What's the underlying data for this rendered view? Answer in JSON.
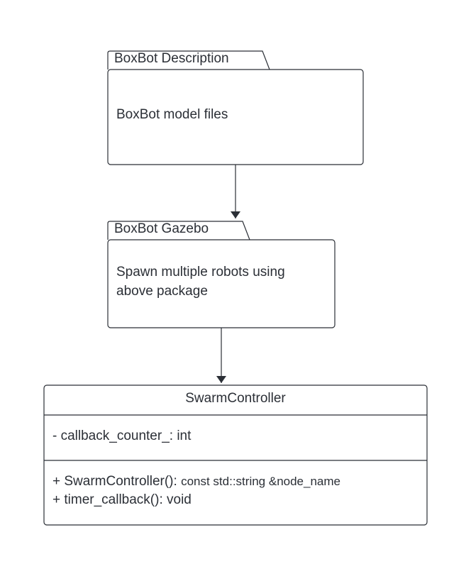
{
  "packages": [
    {
      "name": "BoxBot Description",
      "body": "BoxBot model files"
    },
    {
      "name": "BoxBot Gazebo",
      "body_lines": [
        "Spawn multiple robots using",
        "above package"
      ]
    }
  ],
  "class": {
    "name": "SwarmController",
    "attributes": [
      "- callback_counter_: int"
    ],
    "methods": [
      {
        "signature": "+ SwarmController(): ",
        "params": "const std::string &node_name"
      },
      {
        "signature": "+ timer_callback(): void",
        "params": ""
      }
    ]
  },
  "colors": {
    "stroke": "#2b2f36",
    "fill": "#ffffff",
    "text": "#2b2f36"
  }
}
